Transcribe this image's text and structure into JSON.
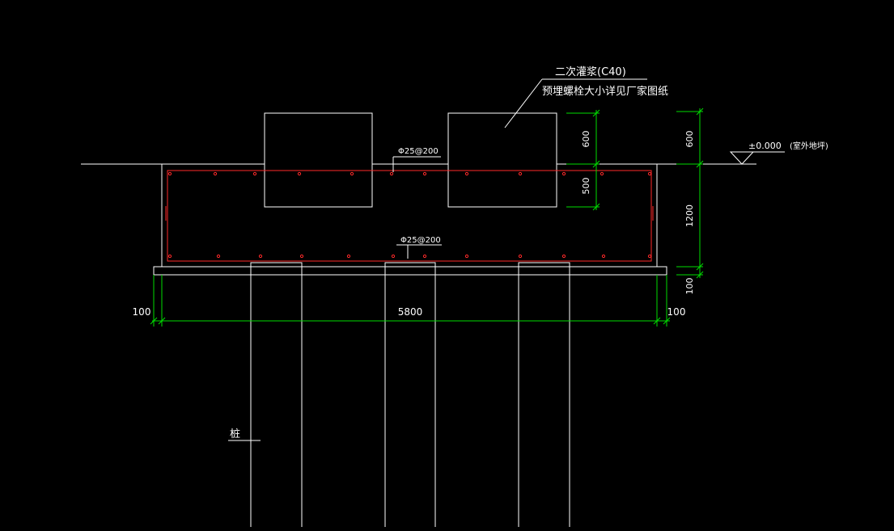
{
  "colors": {
    "background": "#000000",
    "outline": "#ffffff",
    "rebar": "#ff2a2a",
    "dimension": "#00dd00"
  },
  "annotations": {
    "grout_label": "二次灌浆(C40)",
    "bolt_note": "预埋螺栓大小详见厂家图纸",
    "rebar_top": "Φ25@200",
    "rebar_bottom": "Φ25@200",
    "elevation": "±0.000",
    "elevation_note": "(室外地坪)",
    "pile_label": "桩"
  },
  "dimensions": {
    "width_total": "5800",
    "left_offset": "100",
    "right_offset": "100",
    "pier_above": "600",
    "pier_embed": "500",
    "right_above": "600",
    "cap_depth": "1200",
    "pad_thickness": "100"
  }
}
